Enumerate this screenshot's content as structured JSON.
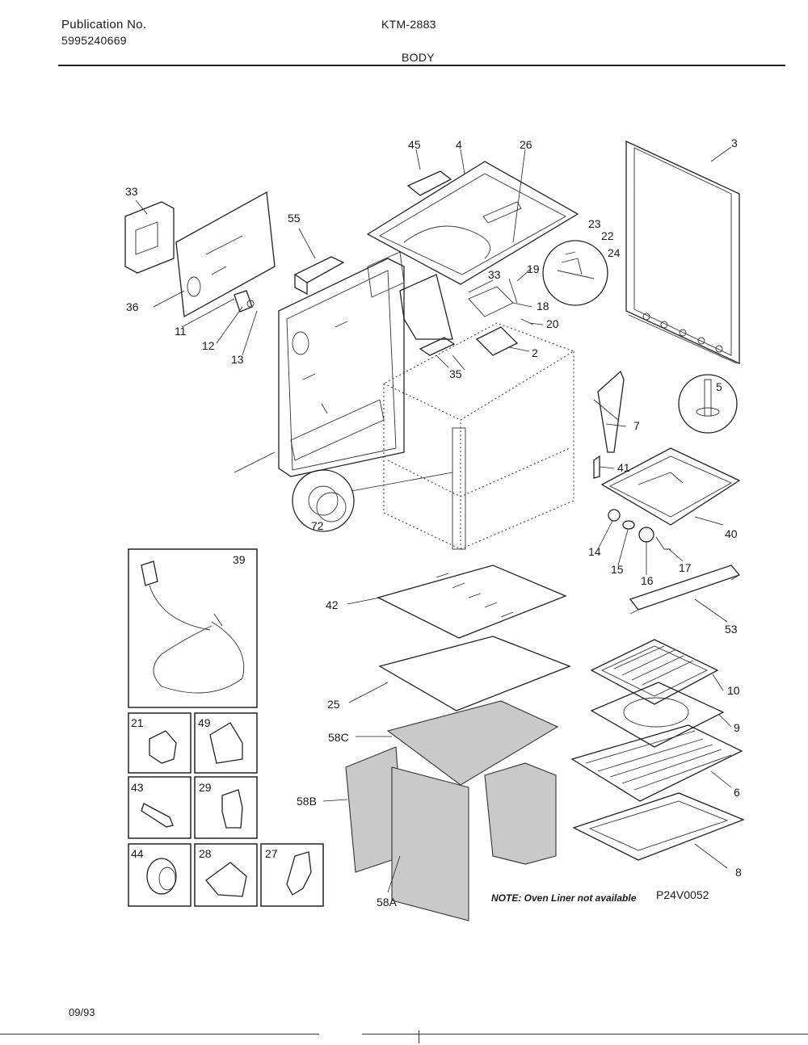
{
  "header": {
    "publication_label": "Publication No.",
    "publication_number": "5995240669",
    "model": "KTM-2883",
    "section": "BODY"
  },
  "footer": {
    "date": "09/93"
  },
  "diagram": {
    "note": "NOTE: Oven Liner not available",
    "figure_code": "P24V0052",
    "callouts": [
      "45",
      "4",
      "26",
      "3",
      "33",
      "55",
      "23",
      "22",
      "24",
      "19",
      "33",
      "18",
      "20",
      "36",
      "11",
      "12",
      "13",
      "35",
      "2",
      "5",
      "7",
      "41",
      "40",
      "72",
      "14",
      "15",
      "16",
      "17",
      "39",
      "42",
      "53",
      "25",
      "10",
      "58C",
      "9",
      "21",
      "49",
      "6",
      "58B",
      "43",
      "29",
      "8",
      "44",
      "28",
      "27",
      "58A"
    ]
  }
}
